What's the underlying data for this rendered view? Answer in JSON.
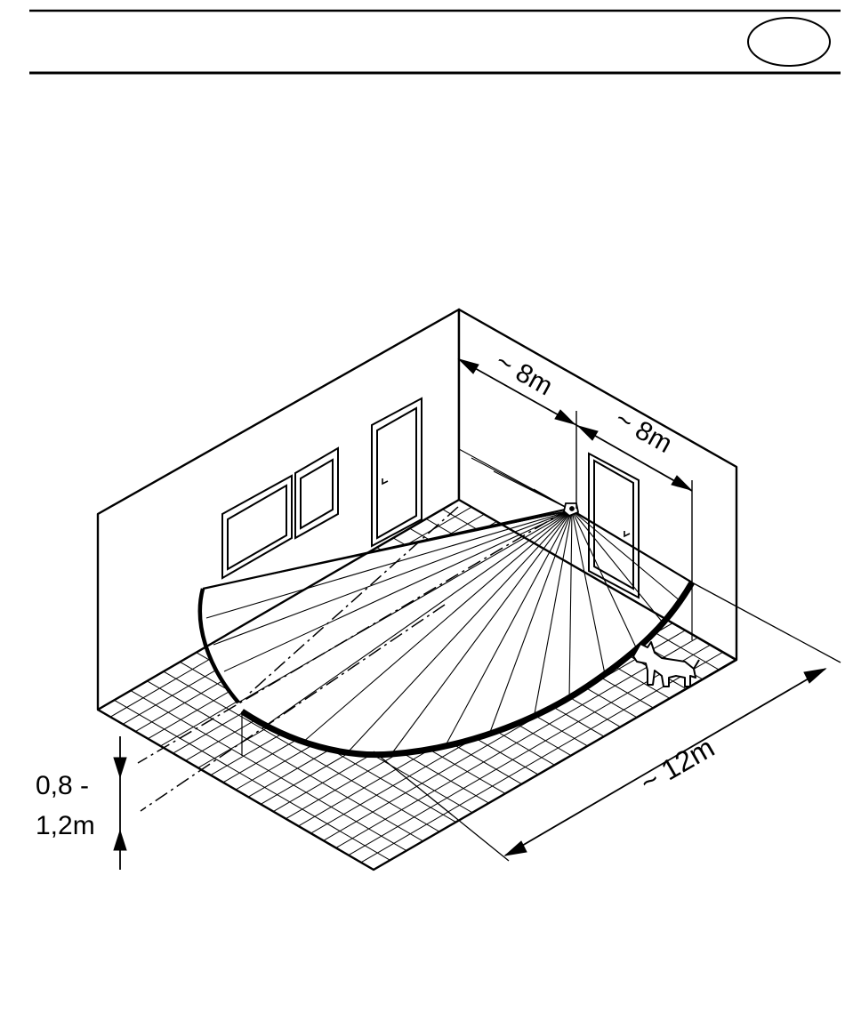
{
  "header": {
    "language_badge": ""
  },
  "dimensions": {
    "range_left": "~ 8m",
    "range_right": "~ 8m",
    "range_total": "~ 12m",
    "mount_height_line1": "0,8 -",
    "mount_height_line2": "1,2m"
  },
  "colors": {
    "ink": "#000000",
    "paper": "#ffffff"
  },
  "icons": {
    "sensor": "motion-sensor-icon",
    "pet": "dog-icon"
  }
}
